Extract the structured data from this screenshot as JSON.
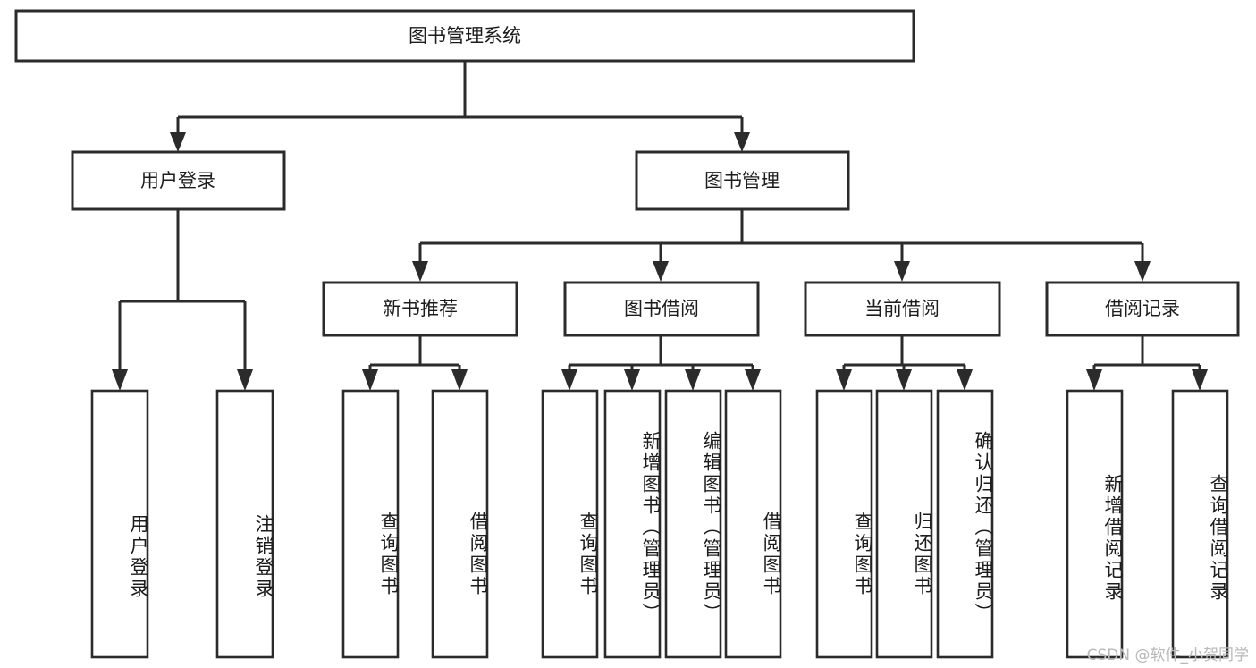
{
  "diagram": {
    "title": "图书管理系统",
    "type": "tree-hierarchy-diagram",
    "colors": {
      "box_stroke": "#2b2b2b",
      "box_fill": "#ffffff",
      "text": "#1c1c1c",
      "watermark": "#b8b8b8",
      "background": "#ffffff"
    },
    "root": {
      "label": "图书管理系统"
    },
    "level2": [
      {
        "label": "用户登录"
      },
      {
        "label": "图书管理"
      }
    ],
    "level3": [
      {
        "label": "新书推荐"
      },
      {
        "label": "图书借阅"
      },
      {
        "label": "当前借阅"
      },
      {
        "label": "借阅记录"
      }
    ],
    "leaves": {
      "user_login": [
        {
          "label": "用户登录"
        },
        {
          "label": "注销登录"
        }
      ],
      "new_book_recommend": [
        {
          "label": "查询图书"
        },
        {
          "label": "借阅图书"
        }
      ],
      "book_borrow": [
        {
          "label": "查询图书"
        },
        {
          "label": "新增图书（管理员）"
        },
        {
          "label": "编辑图书（管理员）"
        },
        {
          "label": "借阅图书"
        }
      ],
      "current_borrow": [
        {
          "label": "查询图书"
        },
        {
          "label": "归还图书"
        },
        {
          "label": "确认归还（管理员）"
        }
      ],
      "borrow_record": [
        {
          "label": "新增借阅记录"
        },
        {
          "label": "查询借阅记录"
        }
      ]
    }
  },
  "watermark": {
    "text": "CSDN @软件_小贺同学"
  }
}
